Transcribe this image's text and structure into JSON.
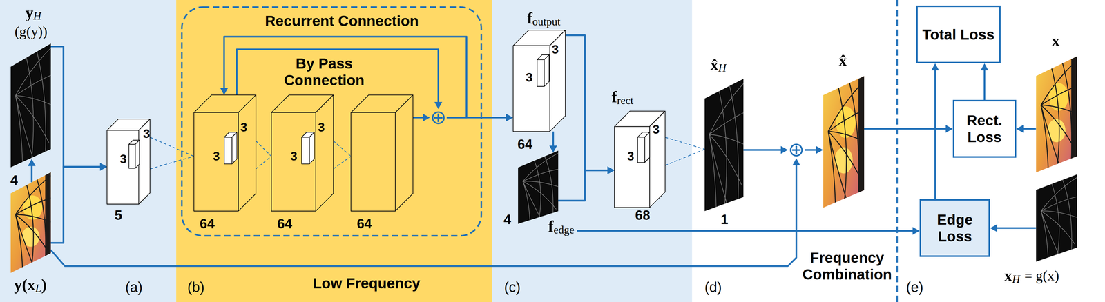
{
  "diagram": {
    "nodes": [
      {
        "text": [
          "4",
          "(a)"
        ]
      },
      {
        "text": [
          "y",
          "H",
          "(g(y))"
        ],
        "in": 0
      },
      {
        "text": [
          "y(x",
          "L",
          ")"
        ],
        "in": 0
      },
      {
        "text": [
          "3",
          "3",
          "5"
        ],
        "in": 0
      },
      {
        "text": [
          "(b)",
          "Low Frequency"
        ]
      },
      {
        "text": [
          "3",
          "3",
          "64"
        ],
        "in": 4
      },
      {
        "text": [
          "3",
          "3",
          "64"
        ],
        "in": 4
      },
      {
        "text": [
          "64"
        ],
        "in": 4
      },
      {
        "text": [
          "⊕"
        ],
        "in": 4
      },
      {
        "text": [
          "(c)"
        ]
      },
      {
        "text": [
          "f",
          "output",
          "3",
          "3",
          "64"
        ],
        "in": 9
      },
      {
        "text": [
          "4",
          "f",
          "edge"
        ],
        "in": 9
      },
      {
        "text": [
          "f",
          "rect",
          "3",
          "3",
          "68"
        ],
        "in": 9
      },
      {
        "text": [
          "x̂",
          "H",
          "1"
        ]
      },
      {
        "text": [
          "⊕"
        ]
      },
      {
        "text": [
          "x̂"
        ]
      },
      {
        "text": [
          "Total Loss"
        ]
      },
      {
        "text": [
          "Rect. Loss"
        ]
      },
      {
        "text": [
          "Edge Loss"
        ]
      },
      {
        "text": [
          "x"
        ]
      },
      {
        "text": [
          "x",
          "H",
          "= g(x)"
        ]
      }
    ],
    "edges": [
      {
        "from": 1,
        "to": 3,
        "arrow": "to"
      },
      {
        "from": 2,
        "to": 3,
        "arrow": "to"
      },
      {
        "from": 2,
        "to": 1,
        "arrow": "to"
      },
      {
        "from": 3,
        "to": 5,
        "arrow": "none"
      },
      {
        "from": 5,
        "to": 6,
        "arrow": "none"
      },
      {
        "from": 6,
        "to": 7,
        "arrow": "none"
      },
      {
        "from": 7,
        "to": 8,
        "arrow": "to"
      },
      {
        "from": 5,
        "to": 8,
        "arrow": "to",
        "label": "By Pass Connection"
      },
      {
        "from": 8,
        "to": 5,
        "arrow": "to",
        "label": "Recurrent Connection"
      },
      {
        "from": 8,
        "to": 10,
        "arrow": "to"
      },
      {
        "from": 10,
        "to": 11,
        "arrow": "to"
      },
      {
        "from": 10,
        "to": 12,
        "arrow": "to"
      },
      {
        "from": 11,
        "to": 12,
        "arrow": "to"
      },
      {
        "from": 12,
        "to": 13,
        "arrow": "none"
      },
      {
        "from": 13,
        "to": 14,
        "arrow": "to"
      },
      {
        "from": 2,
        "to": 14,
        "arrow": "to"
      },
      {
        "from": 14,
        "to": 15,
        "arrow": "to"
      },
      {
        "from": 15,
        "to": 17,
        "arrow": "to"
      },
      {
        "from": 17,
        "to": 16,
        "arrow": "to"
      },
      {
        "from": 18,
        "to": 16,
        "arrow": "to"
      },
      {
        "from": 19,
        "to": 17,
        "arrow": "to"
      },
      {
        "from": 20,
        "to": 18,
        "arrow": "to"
      },
      {
        "from": 11,
        "to": 18,
        "arrow": "to"
      }
    ],
    "labels": [
      "(d)",
      "Frequency Combination",
      "(e)"
    ]
  }
}
